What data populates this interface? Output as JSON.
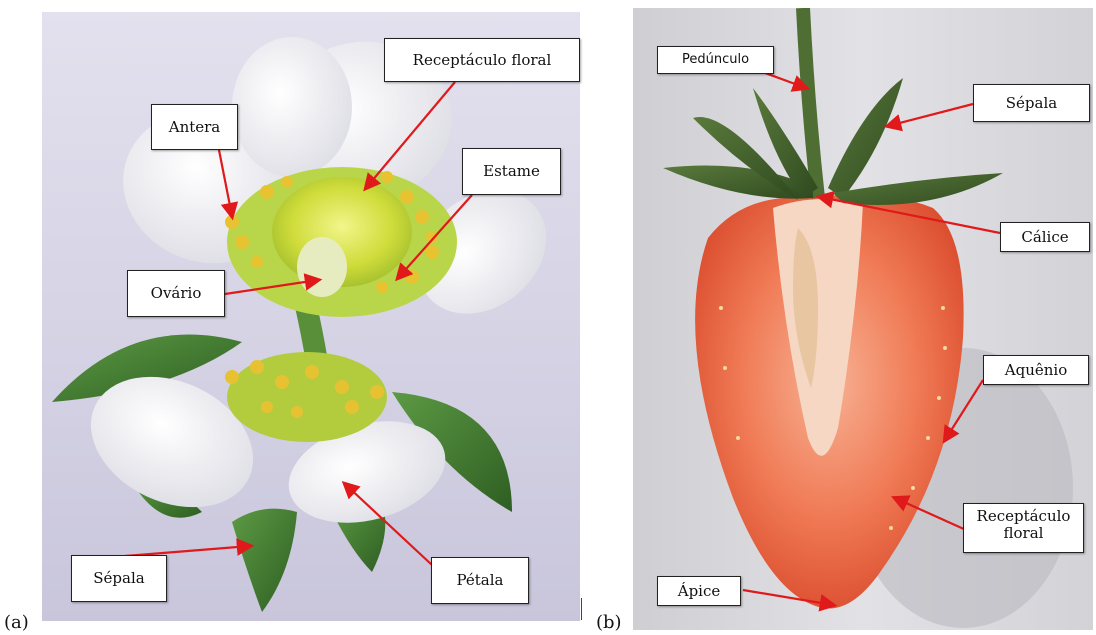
{
  "panels": [
    {
      "id": "a",
      "letter": "(a)",
      "labels": {
        "receptaculo_floral": "Receptáculo floral",
        "antera": "Antera",
        "estame": "Estame",
        "ovario": "Ovário",
        "sepala": "Sépala",
        "petala": "Pétala"
      }
    },
    {
      "id": "b",
      "letter": "(b)",
      "labels": {
        "pedunculo": "Pedúnculo",
        "sepala": "Sépala",
        "calice": "Cálice",
        "aquenio": "Aquênio",
        "receptaculo_floral": "Receptáculo floral",
        "apice": "Ápice"
      }
    }
  ],
  "colors": {
    "arrow": "#e0191b",
    "petal": "#f6f6f4",
    "stamen": "#d7e23a",
    "leaf": "#3f7a2f",
    "strawberry_flesh": "#ee6a44",
    "background_a": "#d6d4e6",
    "background_b": "#d9d9dc"
  }
}
